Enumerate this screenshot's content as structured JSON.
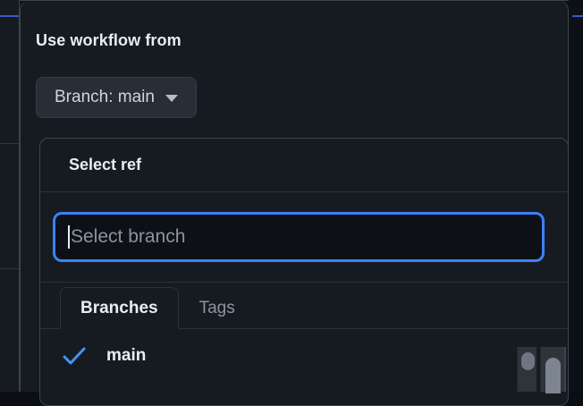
{
  "section": {
    "title": "Use workflow from"
  },
  "branch_button": {
    "label": "Branch: main",
    "icon": "chevron-down-icon"
  },
  "ref_dialog": {
    "title": "Select ref",
    "search": {
      "value": "",
      "placeholder": "Select branch",
      "focused": true
    },
    "tabs": [
      {
        "label": "Branches",
        "active": true
      },
      {
        "label": "Tags",
        "active": false
      }
    ],
    "items": [
      {
        "label": "main",
        "selected": true,
        "icon": "check-icon"
      }
    ]
  },
  "colors": {
    "accent_blue": "#3b82f6",
    "panel_bg": "#161b22",
    "page_bg": "#0d1117",
    "border": "#3d444d",
    "text_primary": "#e6edf3",
    "text_muted": "#8b949e",
    "button_bg": "#282e36"
  },
  "scrollbars": {
    "outer": "vertical-scrollbar",
    "inner": "vertical-scrollbar"
  }
}
